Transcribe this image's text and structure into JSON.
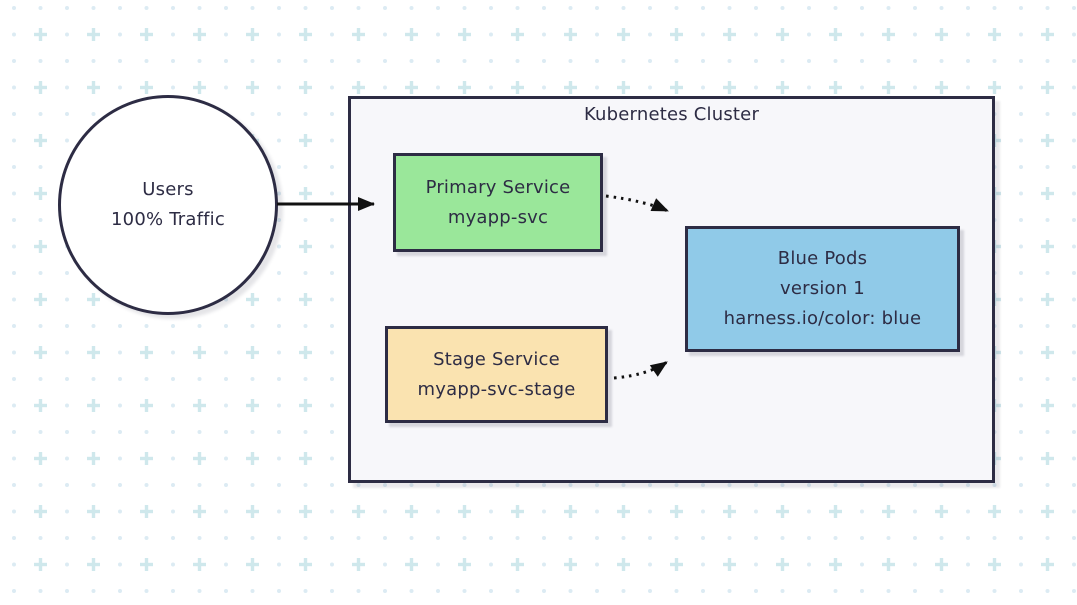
{
  "diagram_title": "Kubernetes blue-green services diagram",
  "cluster": {
    "label": "Kubernetes Cluster"
  },
  "users": {
    "line1": "Users",
    "line2": "100% Traffic"
  },
  "primary_service": {
    "line1": "Primary Service",
    "line2": "myapp-svc"
  },
  "stage_service": {
    "line1": "Stage Service",
    "line2": "myapp-svc-stage"
  },
  "blue_pods": {
    "line1": "Blue Pods",
    "line2": "version 1",
    "line3": "harness.io/color: blue"
  },
  "edges": [
    {
      "from": "Users",
      "to": "Primary Service",
      "style": "solid-arrow"
    },
    {
      "from": "Primary Service",
      "to": "Blue Pods",
      "style": "dotted-arrow"
    },
    {
      "from": "Stage Service",
      "to": "Blue Pods",
      "style": "dotted-arrow"
    }
  ],
  "colors": {
    "text_and_border": "#2d2c44",
    "cluster_fill": "#f7f7fa",
    "primary_service_fill": "#9ae79a",
    "stage_service_fill": "#fae3b0",
    "blue_pods_fill": "#90cae8",
    "arrow": "#111111",
    "background_dot": "#dcebf3",
    "background_plus": "#cfe8ec"
  }
}
